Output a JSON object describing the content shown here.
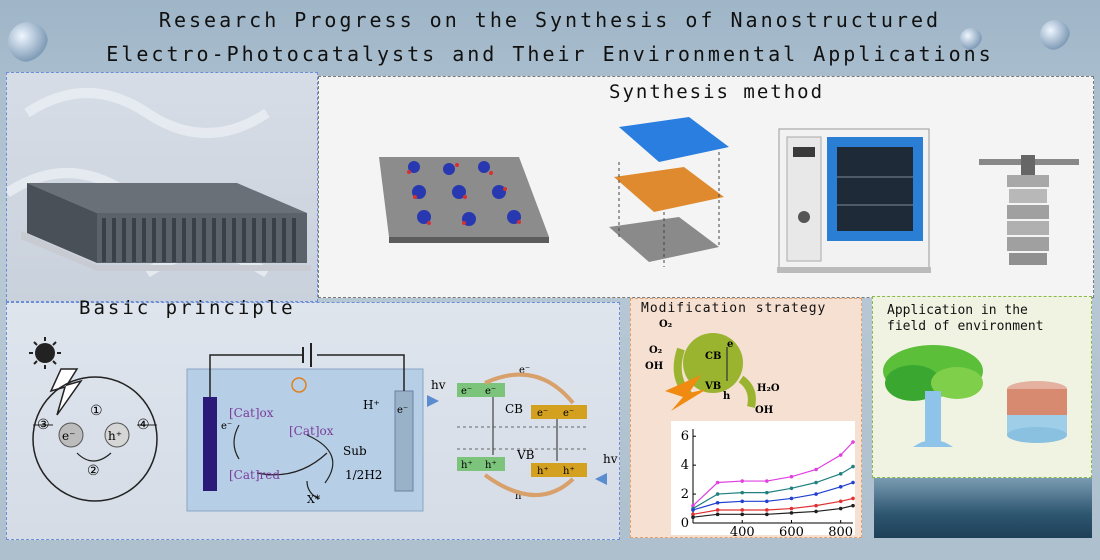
{
  "title_line1": "Research Progress on the Synthesis of Nanostructured",
  "title_line2": "Electro-Photocatalysts and Their Environmental Applications",
  "synthesis": {
    "heading": "Synthesis method"
  },
  "principle": {
    "heading": "Basic principle",
    "circle": {
      "electron": "e⁻",
      "hole": "h⁺",
      "n1": "①",
      "n2": "②",
      "n3": "③",
      "n4": "④"
    },
    "cell": {
      "cat_ox_left": "[Cat]ox",
      "cat_ox_mid": "[Cat]ox",
      "cat_red": "[Cat]red",
      "e_left": "e⁻",
      "e_right": "e⁻",
      "x_star": "X*",
      "h_plus": "H⁺",
      "sub": "Sub",
      "half_h2": "1/2H2"
    },
    "band": {
      "hv_left": "hv",
      "hv_right": "hv",
      "cb": "CB",
      "vb": "VB",
      "e_minus": "e⁻",
      "h_plus": "h⁺",
      "cb_left_e1": "e⁻",
      "cb_left_e2": "e⁻",
      "cb_right_e1": "e⁻",
      "cb_right_e2": "e⁻",
      "vb_left_h1": "h⁺",
      "vb_left_h2": "h⁺",
      "vb_right_h1": "h⁺",
      "vb_right_h2": "h⁺"
    }
  },
  "modification": {
    "heading": "Modification strategy",
    "o2_top": "O₂",
    "o2_left": "O₂",
    "oh_left": "OH",
    "cb": "CB",
    "vb": "VB",
    "e": "e",
    "h": "h",
    "h2o": "H₂O",
    "oh_right": "OH"
  },
  "application": {
    "heading_line1": "Application in the",
    "heading_line2": "field of environment"
  },
  "chart_data": {
    "type": "line",
    "x": [
      200,
      300,
      400,
      500,
      600,
      700,
      800,
      850
    ],
    "xticks": [
      400,
      600,
      800
    ],
    "yticks": [
      0,
      2,
      4,
      6
    ],
    "xlim": [
      200,
      850
    ],
    "ylim": [
      0,
      6.5
    ],
    "series": [
      {
        "color": "#e040e0",
        "values": [
          1.2,
          2.8,
          2.9,
          2.9,
          3.2,
          3.7,
          4.7,
          5.6
        ]
      },
      {
        "color": "#208080",
        "values": [
          1.0,
          2.0,
          2.1,
          2.1,
          2.4,
          2.8,
          3.4,
          3.9
        ]
      },
      {
        "color": "#2040d0",
        "values": [
          0.9,
          1.4,
          1.5,
          1.5,
          1.7,
          2.0,
          2.5,
          2.8
        ]
      },
      {
        "color": "#e03030",
        "values": [
          0.6,
          0.9,
          0.9,
          0.9,
          1.0,
          1.2,
          1.5,
          1.7
        ]
      },
      {
        "color": "#202020",
        "values": [
          0.4,
          0.6,
          0.6,
          0.6,
          0.7,
          0.8,
          1.0,
          1.2
        ]
      }
    ]
  }
}
